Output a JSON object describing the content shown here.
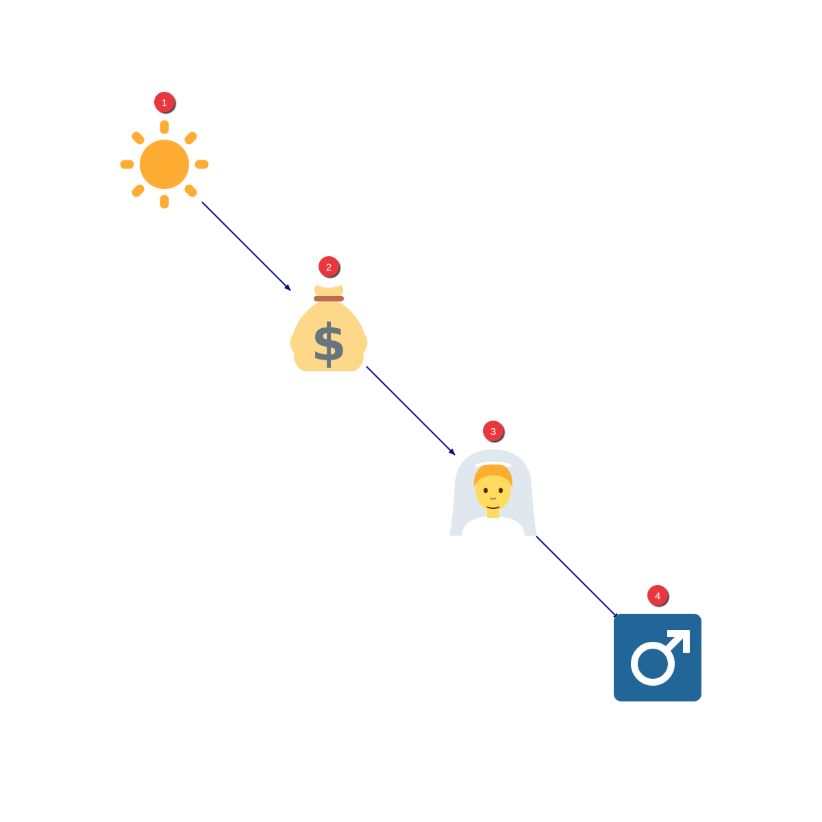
{
  "diagram": {
    "steps": [
      {
        "number": "1",
        "icon": "sun-icon"
      },
      {
        "number": "2",
        "icon": "money-bag-icon"
      },
      {
        "number": "3",
        "icon": "person-with-veil-icon"
      },
      {
        "number": "4",
        "icon": "male-sign-icon"
      }
    ],
    "colors": {
      "arrow": "#0a0a8c",
      "badge": "#e8383c",
      "sun": "#ffac33",
      "money_bag": "#fdd888",
      "dollar": "#67757f",
      "bag_tie": "#bf6952",
      "face": "#ffdc5d",
      "hair": "#ffac33",
      "veil": "#e1e8ed",
      "male_sign_bg": "#226699"
    }
  }
}
